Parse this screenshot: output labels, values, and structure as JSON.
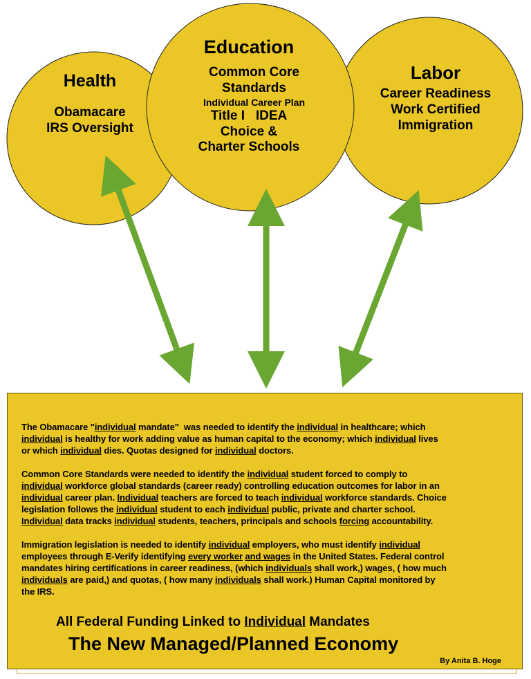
{
  "colors": {
    "circle": "#eac726",
    "arrow": "#6aa632",
    "box": "#eac726"
  },
  "circles": {
    "health": {
      "title": "Health",
      "lines": [
        "Obamacare",
        "IRS Oversight"
      ]
    },
    "education": {
      "title": "Education",
      "lines": [
        "Common Core",
        "Standards",
        "Individual Career Plan",
        "Title I   IDEA",
        "Choice &",
        "Charter Schools"
      ]
    },
    "labor": {
      "title": "Labor",
      "lines": [
        "Career Readiness",
        "Work Certified",
        "Immigration"
      ]
    }
  },
  "paragraphs": [
    [
      [
        [
          "The Obamacare \"",
          0
        ],
        [
          "individual",
          1
        ],
        [
          " mandate\"  was needed to identify the ",
          0
        ],
        [
          "individual",
          1
        ],
        [
          " in healthcare; which",
          0
        ]
      ],
      [
        [
          "individual",
          1
        ],
        [
          " is healthy for work adding value as human capital to the economy; which ",
          0
        ],
        [
          "individual",
          1
        ],
        [
          " lives",
          0
        ]
      ],
      [
        [
          "or which ",
          0
        ],
        [
          "individual",
          1
        ],
        [
          " dies. Quotas designed for ",
          0
        ],
        [
          "individual",
          1
        ],
        [
          " doctors.",
          0
        ]
      ]
    ],
    [
      [
        [
          "Common Core Standards were needed to identify the ",
          0
        ],
        [
          "individual",
          1
        ],
        [
          " student forced to comply to",
          0
        ]
      ],
      [
        [
          "individual",
          1
        ],
        [
          " workforce global standards (career ready) controlling education outcomes for labor in an",
          0
        ]
      ],
      [
        [
          "individual",
          1
        ],
        [
          " career plan. ",
          0
        ],
        [
          "Individual",
          1
        ],
        [
          " teachers are forced to teach ",
          0
        ],
        [
          "individual",
          1
        ],
        [
          " workforce standards. Choice",
          0
        ]
      ],
      [
        [
          "legislation follows the ",
          0
        ],
        [
          "individual",
          1
        ],
        [
          " student to each ",
          0
        ],
        [
          "individual",
          1
        ],
        [
          " public, private and charter school.",
          0
        ]
      ],
      [
        [
          "Individual",
          1
        ],
        [
          " data tracks ",
          0
        ],
        [
          "individual",
          1
        ],
        [
          " students, teachers, principals and schools ",
          0
        ],
        [
          "forcing",
          1
        ],
        [
          " accountability.",
          0
        ]
      ]
    ],
    [
      [
        [
          "Immigration legislation is needed to identify ",
          0
        ],
        [
          "individual",
          1
        ],
        [
          " employers, who must identify ",
          0
        ],
        [
          "individual",
          1
        ]
      ],
      [
        [
          "employees through E-Verify identifying ",
          0
        ],
        [
          "every worker",
          1
        ],
        [
          " ",
          0
        ],
        [
          "and wages",
          1
        ],
        [
          " in the United States. Federal control",
          0
        ]
      ],
      [
        [
          "mandates hiring certifications in career readiness, (which ",
          0
        ],
        [
          "individuals",
          1
        ],
        [
          " shall work,) wages, ( how much",
          0
        ]
      ],
      [
        [
          "individuals",
          1
        ],
        [
          " are paid,) and quotas, ( how many ",
          0
        ],
        [
          "individuals",
          1
        ],
        [
          " shall work.) Human Capital monitored by",
          0
        ]
      ],
      [
        [
          "the IRS.",
          0
        ]
      ]
    ]
  ],
  "footer": {
    "line1_a": "All Federal Funding Linked to ",
    "line1_u": "Individual",
    "line1_b": " Mandates",
    "line2": "The New Managed/Planned Economy",
    "byline": "By Anita B. Hoge"
  }
}
